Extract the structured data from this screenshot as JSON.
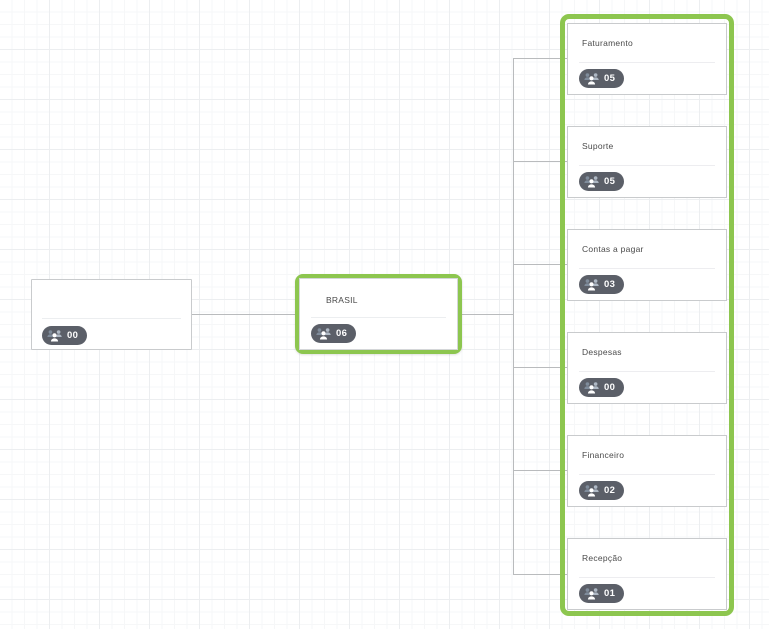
{
  "colors": {
    "accent_green": "#8dc64f",
    "badge_bg": "#5b5f68",
    "badge_text": "#ffffff",
    "node_border": "#c9cbcd",
    "title_text": "#4a4a4a",
    "connector": "#b9bbbd",
    "canvas_bg": "#ffffff",
    "grid_line": "#eceef0"
  },
  "icons": {
    "people": "people-group-icon"
  },
  "chart_data": {
    "type": "diagram",
    "title": "Organization hierarchy tree",
    "nodes": [
      {
        "id": "root",
        "label": "",
        "count": "00",
        "level": 0,
        "selected": false
      },
      {
        "id": "brasil",
        "label": "BRASIL",
        "count": "06",
        "level": 1,
        "selected": true
      },
      {
        "id": "fat",
        "label": "Faturamento",
        "count": "05",
        "level": 2,
        "selected": false
      },
      {
        "id": "sup",
        "label": "Suporte",
        "count": "05",
        "level": 2,
        "selected": false
      },
      {
        "id": "cap",
        "label": "Contas a pagar",
        "count": "03",
        "level": 2,
        "selected": false
      },
      {
        "id": "des",
        "label": "Despesas",
        "count": "00",
        "level": 2,
        "selected": false
      },
      {
        "id": "fin",
        "label": "Financeiro",
        "count": "02",
        "level": 2,
        "selected": false
      },
      {
        "id": "rec",
        "label": "Recepção",
        "count": "01",
        "level": 2,
        "selected": false
      }
    ],
    "edges": [
      {
        "from": "root",
        "to": "brasil"
      },
      {
        "from": "brasil",
        "to": "fat"
      },
      {
        "from": "brasil",
        "to": "sup"
      },
      {
        "from": "brasil",
        "to": "cap"
      },
      {
        "from": "brasil",
        "to": "des"
      },
      {
        "from": "brasil",
        "to": "fin"
      },
      {
        "from": "brasil",
        "to": "rec"
      }
    ],
    "group_selection": [
      "fat",
      "sup",
      "cap",
      "des",
      "fin",
      "rec"
    ]
  },
  "root_node": {
    "label": "",
    "count": "00"
  },
  "brasil_node": {
    "label": "BRASIL",
    "count": "06"
  },
  "children": [
    {
      "label": "Faturamento",
      "count": "05"
    },
    {
      "label": "Suporte",
      "count": "05"
    },
    {
      "label": "Contas a pagar",
      "count": "03"
    },
    {
      "label": "Despesas",
      "count": "00"
    },
    {
      "label": "Financeiro",
      "count": "02"
    },
    {
      "label": "Recepção",
      "count": "01"
    }
  ]
}
